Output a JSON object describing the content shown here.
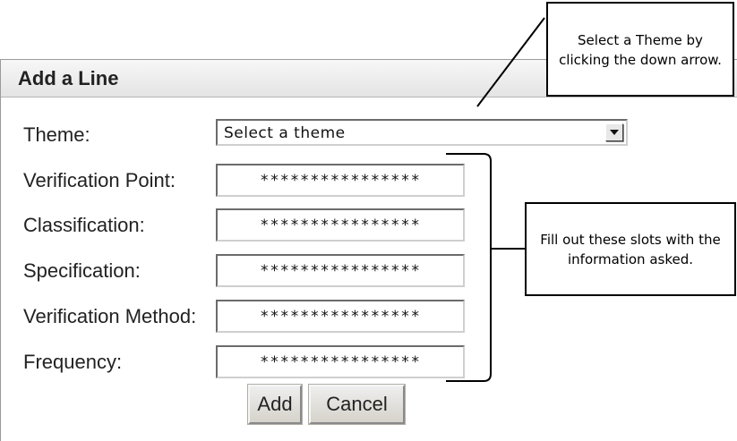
{
  "dialog": {
    "title": "Add a Line"
  },
  "form": {
    "theme_label": "Theme:",
    "theme_value": "Select a theme",
    "fields": [
      {
        "label": "Verification Point:",
        "value": "****************"
      },
      {
        "label": "Classification:",
        "value": "****************"
      },
      {
        "label": "Specification:",
        "value": "****************"
      },
      {
        "label": "Verification Method:",
        "value": "****************"
      },
      {
        "label": "Frequency:",
        "value": "****************"
      }
    ]
  },
  "buttons": {
    "add": "Add",
    "cancel": "Cancel"
  },
  "callouts": {
    "theme": "Select a Theme by clicking the down arrow.",
    "slots": "Fill out these slots with the information asked."
  }
}
